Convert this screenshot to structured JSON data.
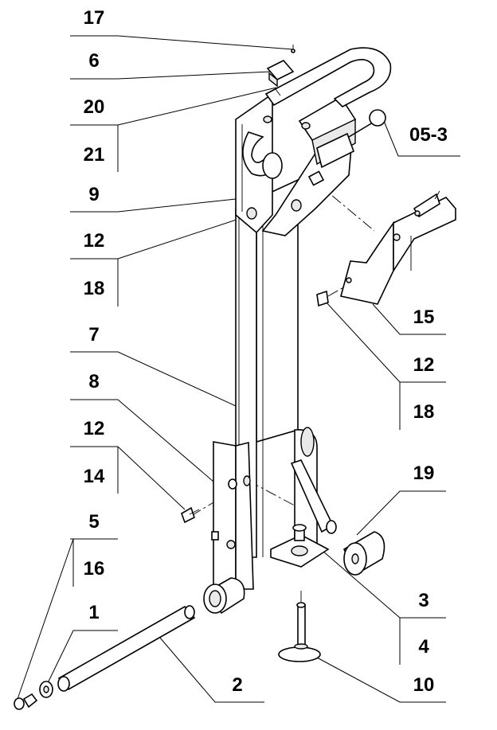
{
  "callouts": {
    "c17": "17",
    "c6": "6",
    "c20": "20",
    "c21": "21",
    "c9": "9",
    "c12a": "12",
    "c18a": "18",
    "c7": "7",
    "c8": "8",
    "c12b": "12",
    "c14": "14",
    "c5": "5",
    "c16": "16",
    "c1": "1",
    "c05_3": "05-3",
    "c15": "15",
    "c12c": "12",
    "c18b": "18",
    "c19": "19",
    "c3": "3",
    "c4": "4",
    "c2": "2",
    "c10": "10"
  }
}
